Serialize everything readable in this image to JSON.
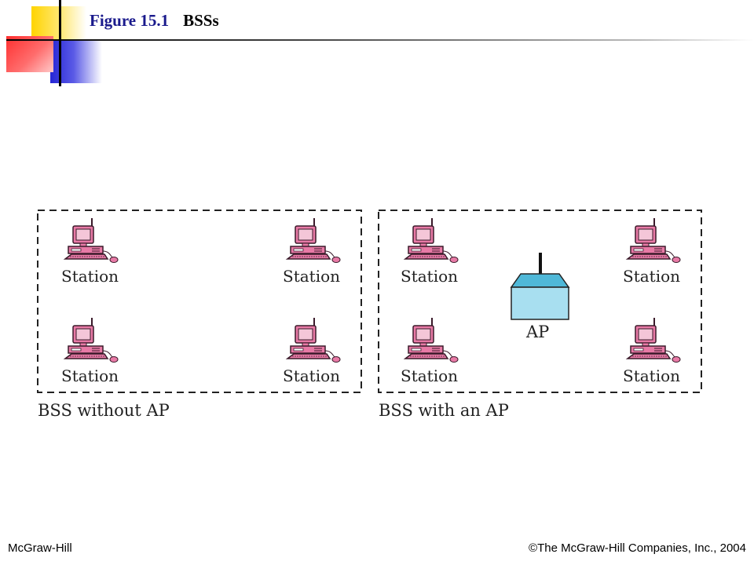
{
  "header": {
    "figure_number": "Figure 15.1",
    "figure_title": "BSSs"
  },
  "diagram": {
    "left_panel": {
      "caption": "BSS without AP",
      "stations": [
        "Station",
        "Station",
        "Station",
        "Station"
      ]
    },
    "right_panel": {
      "caption": "BSS with an AP",
      "stations": [
        "Station",
        "Station",
        "Station",
        "Station"
      ],
      "access_point_label": "AP"
    },
    "colors": {
      "computer_pink": "#e87aa6",
      "computer_outline": "#3a1a2a",
      "ap_fill": "#a8dff0",
      "ap_top": "#4fb8d8"
    }
  },
  "footer": {
    "left": "McGraw-Hill",
    "right": "©The McGraw-Hill Companies, Inc., 2004"
  }
}
